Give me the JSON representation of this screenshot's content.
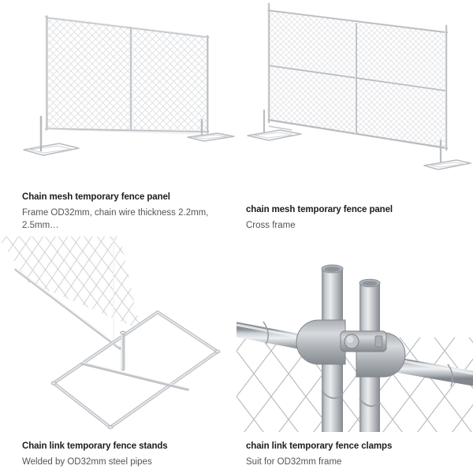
{
  "page": {
    "layout": "2x2 product image grid",
    "background_color": "#ffffff",
    "title_color": "#1d1d1d",
    "desc_color": "#555555",
    "metal_color": "#b9bcc0",
    "metal_light": "#e4e6e8",
    "metal_dark": "#8d9196",
    "mesh_color": "#c9cccf"
  },
  "products": [
    {
      "id": "chain-mesh-temporary-fence-panel",
      "title": "Chain mesh temporary fence panel",
      "description": "Frame OD32mm, chain wire thickness 2.2mm, 2.5mm…",
      "image_alt": "chain mesh temporary fence panel with flat base stands"
    },
    {
      "id": "chain-mesh-temporary-fence-panel-cross-frame",
      "title": "chain mesh temporary fence panel",
      "description": "Cross frame",
      "image_alt": "chain mesh temporary fence panel with cross frame bracing"
    },
    {
      "id": "chain-link-temporary-fence-stands",
      "title": "Chain link temporary fence stands",
      "description": "Welded by OD32mm steel pipes",
      "image_alt": "welded steel pipe fence stand base with chain link panel"
    },
    {
      "id": "chain-link-temporary-fence-clamps",
      "title": "chain link temporary fence clamps",
      "description": "Suit for OD32mm frame",
      "image_alt": "fence clamp joining two vertical posts over chain link mesh"
    }
  ]
}
